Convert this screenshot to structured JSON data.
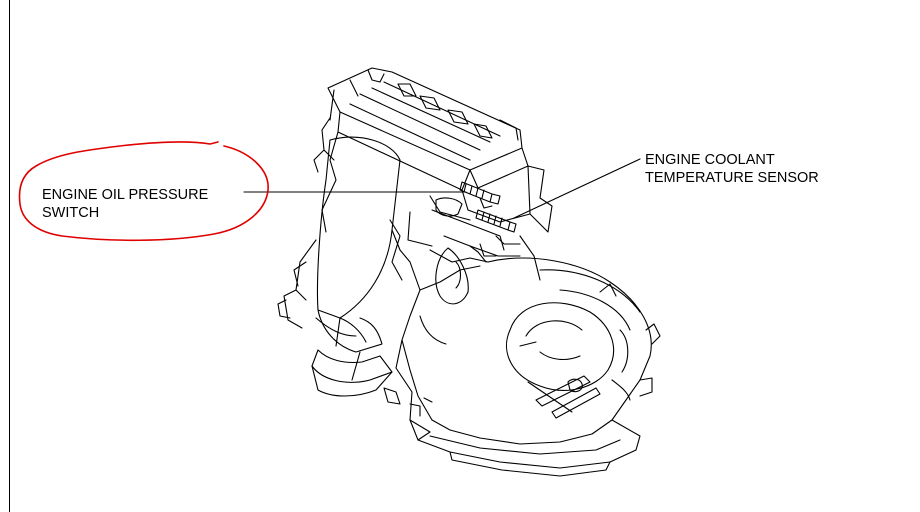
{
  "labels": {
    "oil_pressure_line1": "ENGINE OIL PRESSURE",
    "oil_pressure_line2": "SWITCH",
    "coolant_line1": "ENGINE COOLANT",
    "coolant_line2": "TEMPERATURE SENSOR"
  },
  "colors": {
    "line": "#000000",
    "markup": "#e00000",
    "background": "#ffffff"
  }
}
